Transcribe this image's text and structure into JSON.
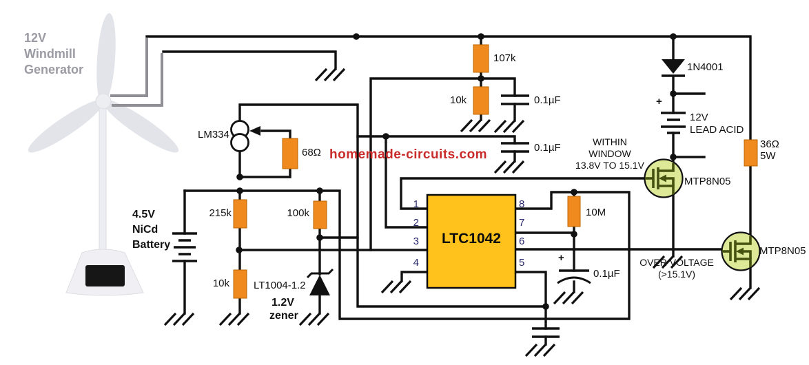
{
  "generator": {
    "line1": "12V",
    "line2": "Windmill",
    "line3": "Generator"
  },
  "watermark": "homemade-circuits.com",
  "components": {
    "lm334": "LM334",
    "r_set": "68Ω",
    "r_107k": "107k",
    "r_10k_top": "10k",
    "c1": "0.1µF",
    "c2": "0.1µF",
    "ic": "LTC1042",
    "pin1": "1",
    "pin2": "2",
    "pin3": "3",
    "pin4": "4",
    "pin5": "5",
    "pin6": "6",
    "pin7": "7",
    "pin8": "8",
    "r_215k": "215k",
    "r_100k": "100k",
    "r_10k_bot": "10k",
    "zener_part": "LT1004-1.2",
    "zener_volt": "1.2V",
    "zener_word": "zener",
    "nicd": {
      "line1": "4.5V",
      "line2": "NiCd",
      "line3": "Battery"
    },
    "r_10m": "10M",
    "c_elec_plus": "+",
    "c_elec": "0.1µF",
    "diode": "1N4001",
    "battery_plus": "+",
    "lead_acid": {
      "line1": "12V",
      "line2": "LEAD ACID"
    },
    "r_36": {
      "line1": "36Ω",
      "line2": "5W"
    },
    "mosfet1": "MTP8N05",
    "mosfet2": "MTP8N05"
  },
  "annotations": {
    "window": {
      "line1": "WITHIN",
      "line2": "WINDOW",
      "line3": "13.8V TO 15.1V"
    },
    "over": {
      "line1": "OVER VOLTAGE",
      "line2": "(>15.1V)"
    }
  },
  "colors": {
    "wire": "#111111",
    "gray_wire": "#8f8f95",
    "resistor": "#F08A1E",
    "resistor_edge": "#BA6400",
    "ic_fill": "#FFC21C",
    "mosfet_fill": "#DDE996",
    "mosfet_symbol": "#44510F",
    "watermark": "#C92B2B",
    "pin_text": "#2A2A6E",
    "generator_text": "#9B9BA3"
  }
}
